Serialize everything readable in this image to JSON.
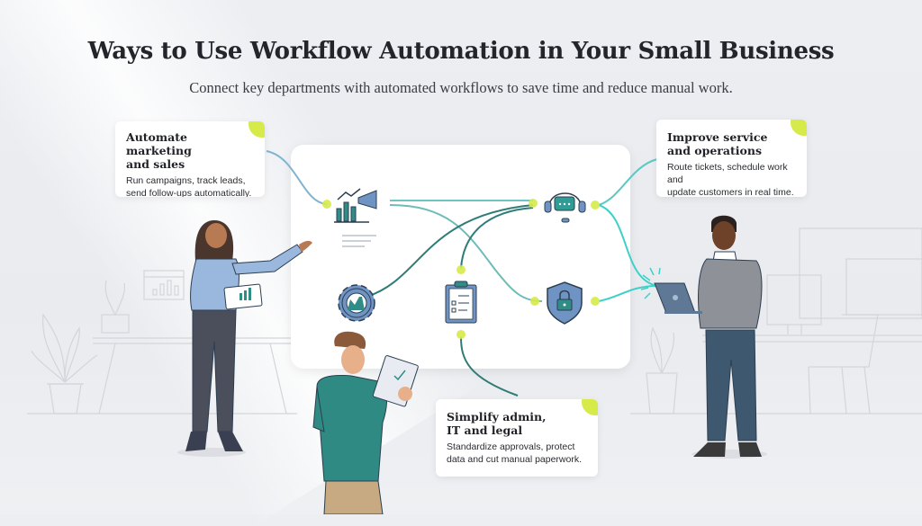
{
  "header": {
    "title": "Ways to Use Workflow Automation in Your Small Business",
    "subtitle": "Connect key departments with automated workflows to save time and reduce manual work."
  },
  "cards": [
    {
      "title_line1": "Automate marketing",
      "title_line2": "and sales",
      "body_line1": "Run campaigns, track leads,",
      "body_line2": "send follow-ups automatically."
    },
    {
      "title_line1": "Improve service",
      "title_line2": "and operations",
      "body_line1": "Route tickets, schedule work and",
      "body_line2": "update customers in real time."
    },
    {
      "title_line1": "Simplify admin,",
      "title_line2": "IT and legal",
      "body_line1": "Standardize approvals, protect",
      "body_line2": "data and cut manual paperwork."
    }
  ],
  "hub": {
    "icons": [
      "marketing-chart-megaphone-icon",
      "customer-support-headset-icon",
      "operations-gear-factory-icon",
      "admin-clipboard-checklist-icon",
      "security-shield-lock-icon"
    ]
  },
  "colors": {
    "accent_green": "#d6ea4a",
    "teal_line": "#5ec8c4",
    "dark_teal": "#2f7c77",
    "icon_blue": "#6f94c4",
    "icon_teal": "#2f8c86"
  },
  "people": [
    "woman-presenting-tablet",
    "man-with-clipboard",
    "man-with-laptop"
  ]
}
